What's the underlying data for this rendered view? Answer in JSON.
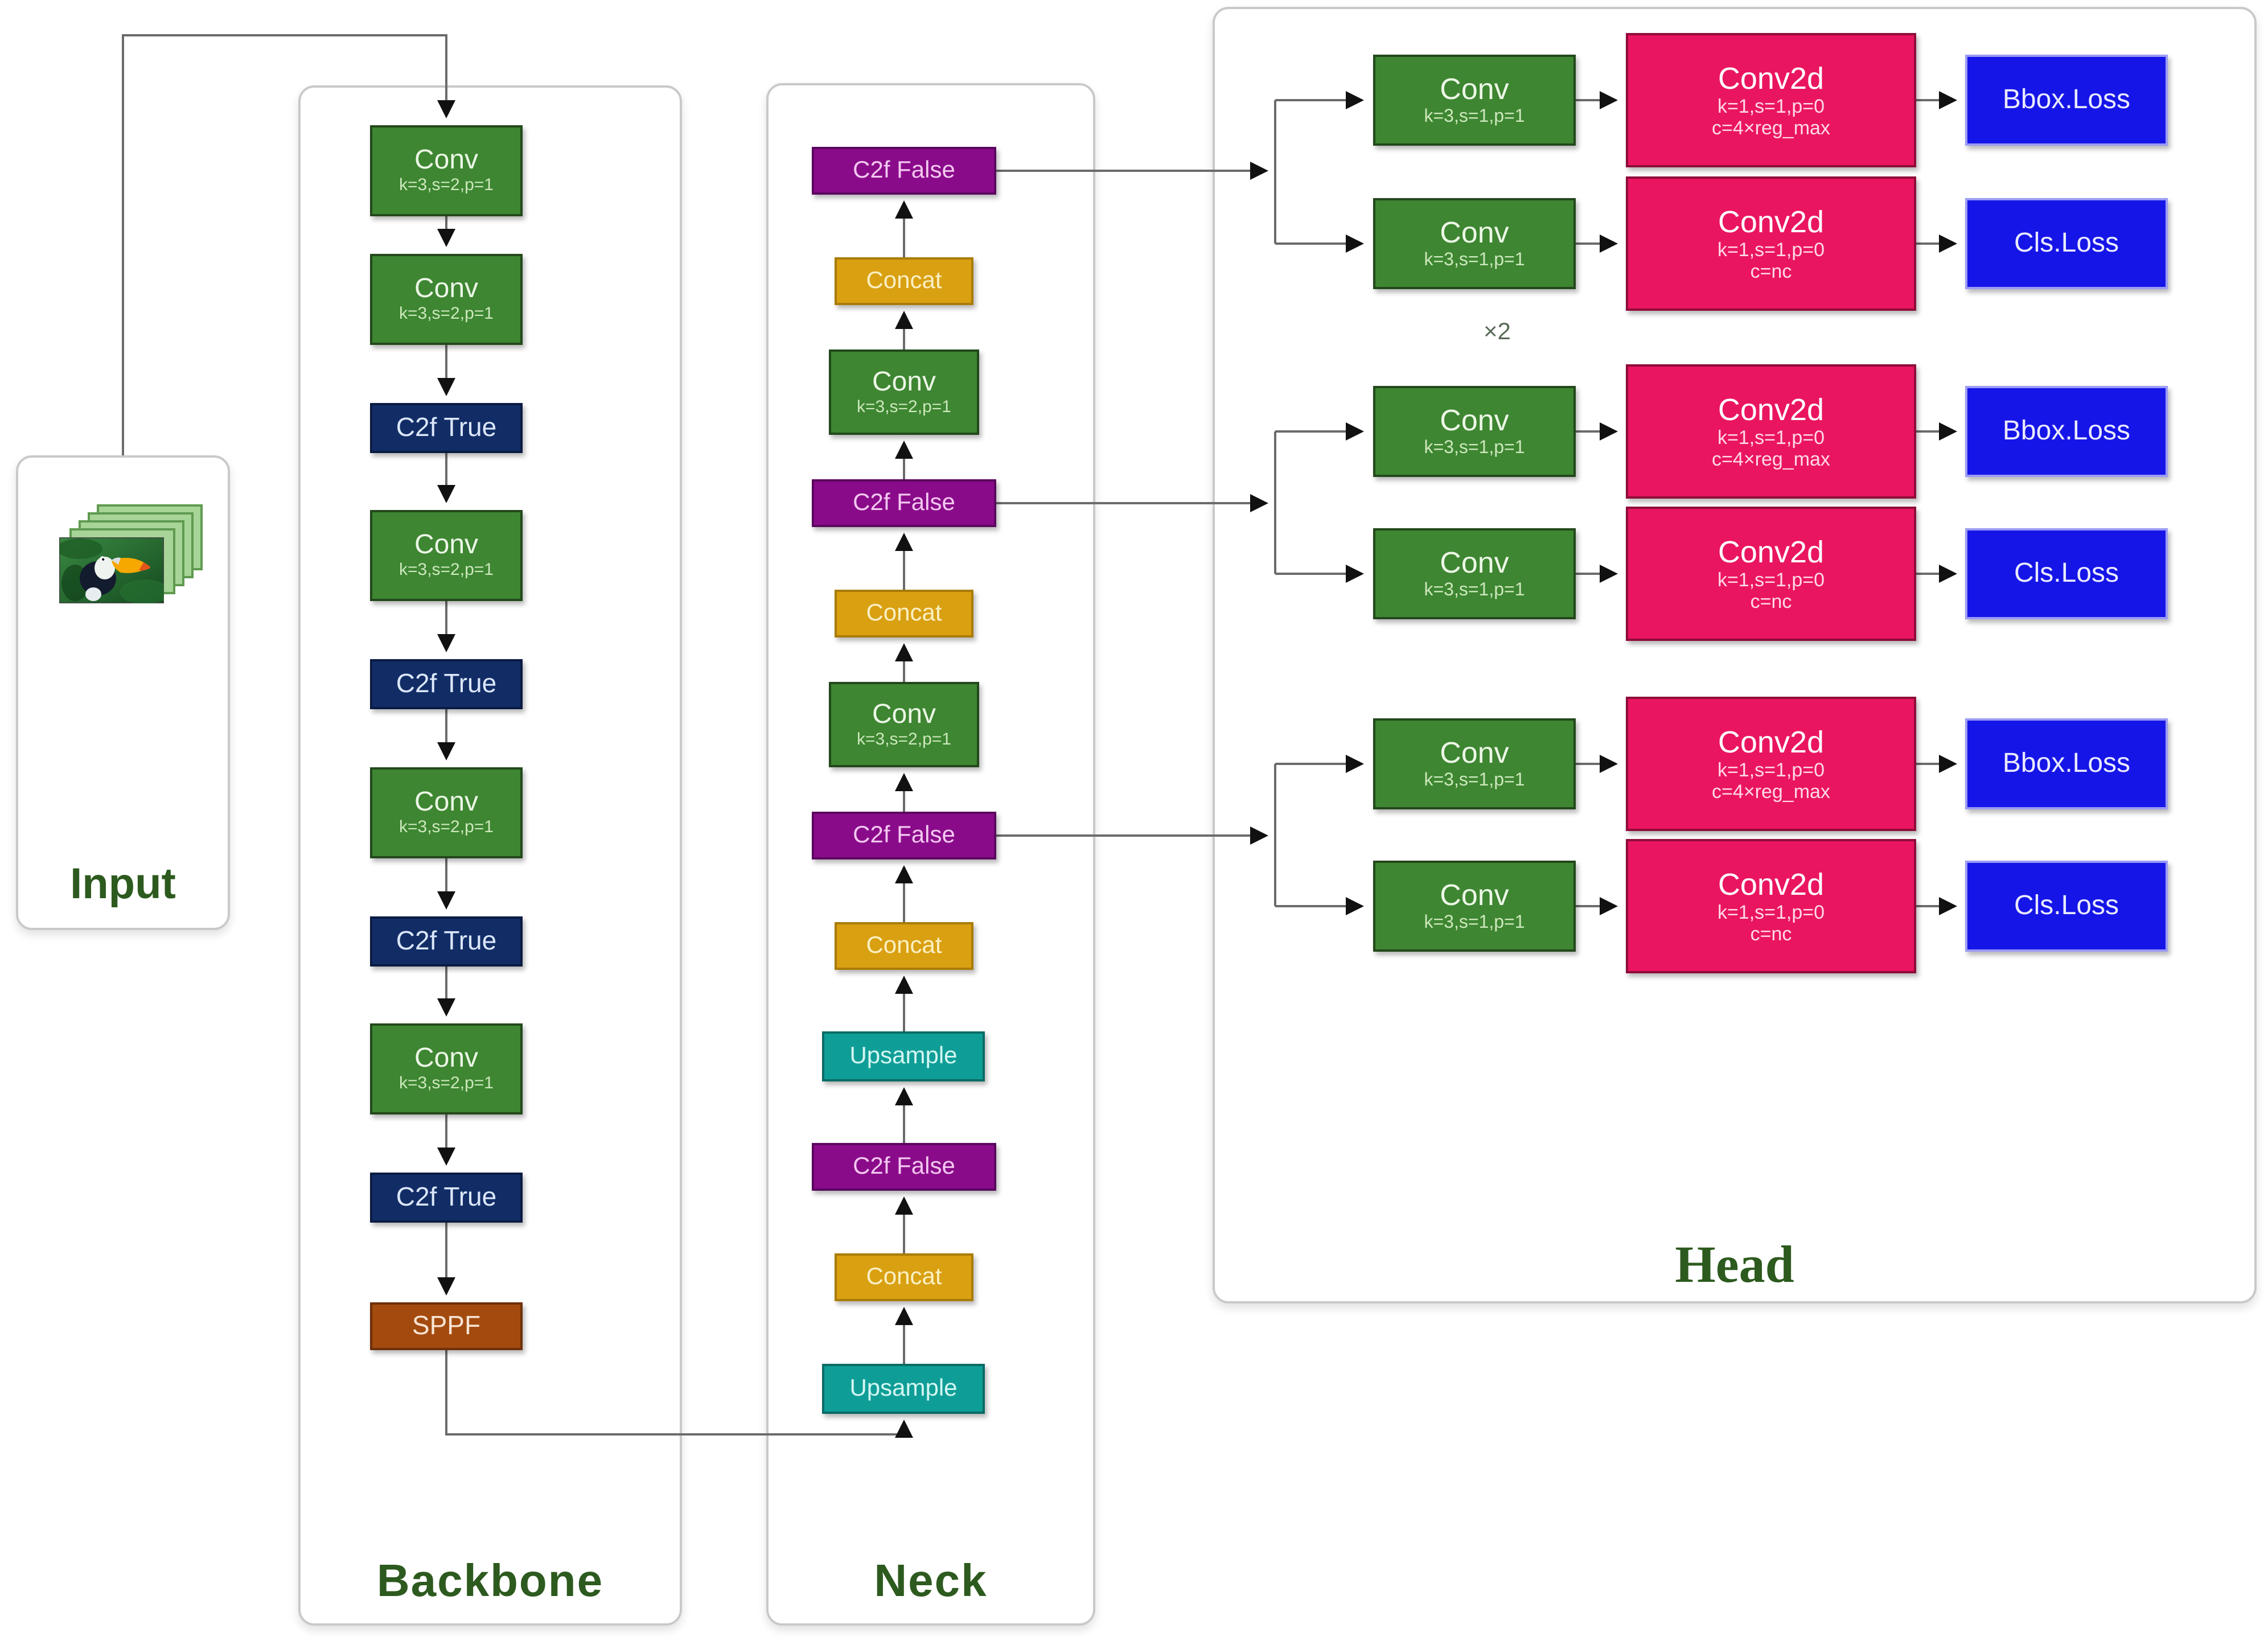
{
  "sections": {
    "input": {
      "label": "Input"
    },
    "backbone": {
      "label": "Backbone",
      "blocks": [
        {
          "title": "Conv",
          "subtitle": "k=3,s=2,p=1"
        },
        {
          "title": "Conv",
          "subtitle": "k=3,s=2,p=1"
        },
        {
          "title": "C2f True"
        },
        {
          "title": "Conv",
          "subtitle": "k=3,s=2,p=1"
        },
        {
          "title": "C2f True"
        },
        {
          "title": "Conv",
          "subtitle": "k=3,s=2,p=1"
        },
        {
          "title": "C2f True"
        },
        {
          "title": "Conv",
          "subtitle": "k=3,s=2,p=1"
        },
        {
          "title": "C2f True"
        },
        {
          "title": "SPPF"
        }
      ]
    },
    "neck": {
      "label": "Neck",
      "blocks": [
        {
          "title": "C2f False"
        },
        {
          "title": "Concat"
        },
        {
          "title": "Conv",
          "subtitle": "k=3,s=2,p=1"
        },
        {
          "title": "C2f False"
        },
        {
          "title": "Concat"
        },
        {
          "title": "Conv",
          "subtitle": "k=3,s=2,p=1"
        },
        {
          "title": "C2f False"
        },
        {
          "title": "Concat"
        },
        {
          "title": "Upsample"
        },
        {
          "title": "C2f False"
        },
        {
          "title": "Concat"
        },
        {
          "title": "Upsample"
        }
      ]
    },
    "head": {
      "label": "Head",
      "repeat_note": "×2",
      "rows": [
        {
          "conv_title": "Conv",
          "conv_subtitle": "k=3,s=1,p=1",
          "conv2d_title": "Conv2d",
          "conv2d_subtitle": "k=1,s=1,p=0",
          "conv2d_channels": "c=4×reg_max",
          "loss_label": "Bbox.Loss"
        },
        {
          "conv_title": "Conv",
          "conv_subtitle": "k=3,s=1,p=1",
          "conv2d_title": "Conv2d",
          "conv2d_subtitle": "k=1,s=1,p=0",
          "conv2d_channels": "c=nc",
          "loss_label": "Cls.Loss"
        },
        {
          "conv_title": "Conv",
          "conv_subtitle": "k=3,s=1,p=1",
          "conv2d_title": "Conv2d",
          "conv2d_subtitle": "k=1,s=1,p=0",
          "conv2d_channels": "c=4×reg_max",
          "loss_label": "Bbox.Loss"
        },
        {
          "conv_title": "Conv",
          "conv_subtitle": "k=3,s=1,p=1",
          "conv2d_title": "Conv2d",
          "conv2d_subtitle": "k=1,s=1,p=0",
          "conv2d_channels": "c=nc",
          "loss_label": "Cls.Loss"
        },
        {
          "conv_title": "Conv",
          "conv_subtitle": "k=3,s=1,p=1",
          "conv2d_title": "Conv2d",
          "conv2d_subtitle": "k=1,s=1,p=0",
          "conv2d_channels": "c=4×reg_max",
          "loss_label": "Bbox.Loss"
        },
        {
          "conv_title": "Conv",
          "conv_subtitle": "k=3,s=1,p=1",
          "conv2d_title": "Conv2d",
          "conv2d_subtitle": "k=1,s=1,p=0",
          "conv2d_channels": "c=nc",
          "loss_label": "Cls.Loss"
        }
      ]
    }
  },
  "colors": {
    "conv_green": "#3e8632",
    "c2f_true_navy": "#122d66",
    "sppf_brown": "#a34b0f",
    "c2f_false_purple": "#8a0b8a",
    "concat_gold": "#d9a012",
    "upsample_teal": "#0f9e97",
    "conv2d_pink": "#ea1560",
    "loss_blue": "#1515e8",
    "section_label_green": "#2d5a1e"
  }
}
